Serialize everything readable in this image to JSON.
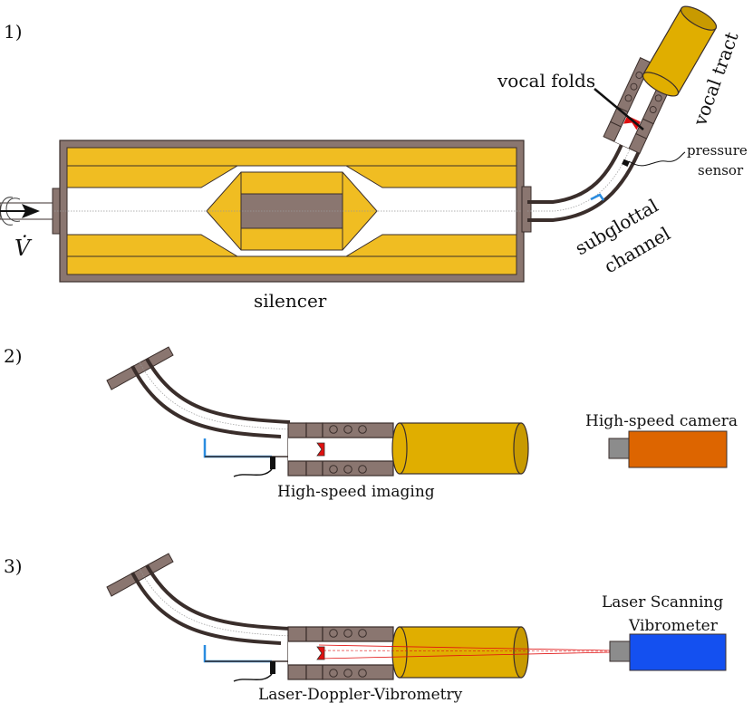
{
  "panels": {
    "p1_number": "1)",
    "p2_number": "2)",
    "p3_number": "3)"
  },
  "labels": {
    "flow_symbol": "V̇",
    "silencer": "silencer",
    "vocal_folds": "vocal folds",
    "vocal_tract": "vocal tract",
    "pressure_sensor_line1": "pressure",
    "pressure_sensor_line2": "sensor",
    "subglottal_line1": "subglottal",
    "subglottal_line2": "channel",
    "high_speed_camera": "High-speed camera",
    "high_speed_imaging": "High-speed imaging",
    "laser_scanning_line1": "Laser Scanning",
    "laser_scanning_line2": "Vibrometer",
    "ldv": "Laser-Doppler-Vibrometry"
  },
  "colors": {
    "housing": "#8a7670",
    "housing_stroke": "#3a2e2b",
    "foam": "#f0bd22",
    "tube": "#e0ae00",
    "fold": "#e01010",
    "blue_line": "#2a8ce0",
    "camera": "#dd6500",
    "camera_lens": "#8c8c8c",
    "vibrometer": "#1450f0",
    "laser": "#e01010"
  }
}
